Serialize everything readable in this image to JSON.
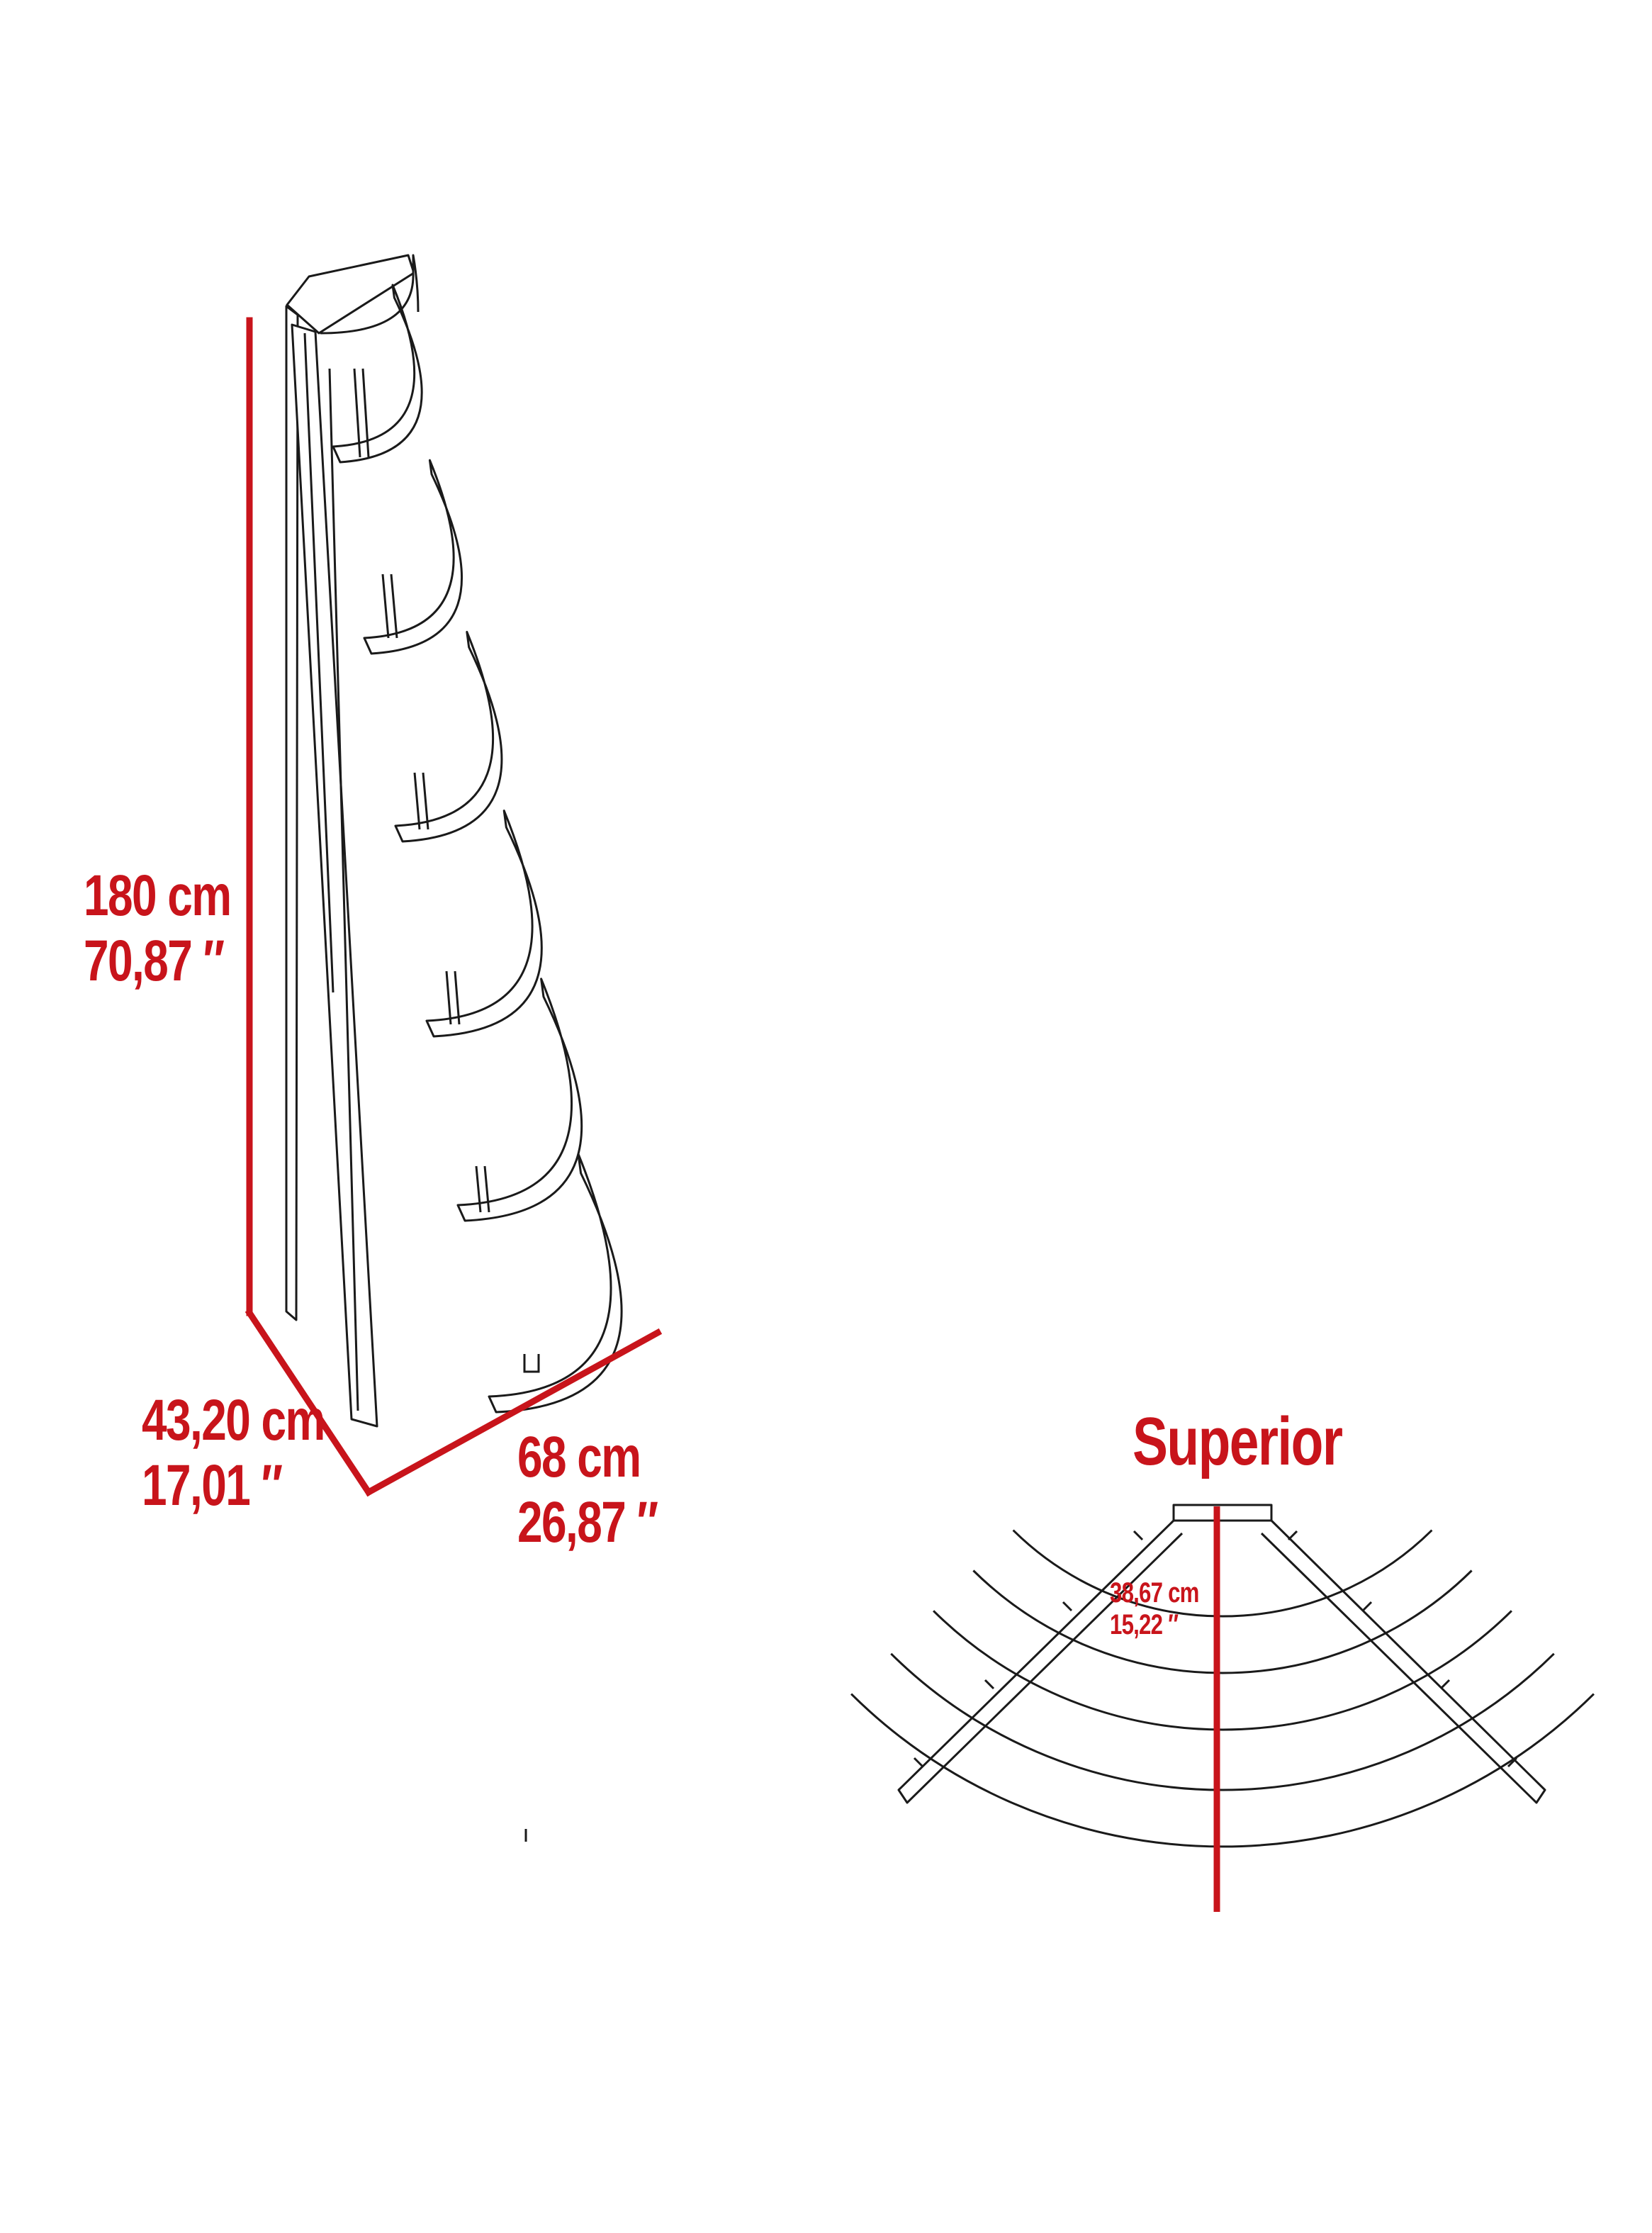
{
  "dimensions": {
    "height": {
      "metric": "180 cm",
      "imperial": "70,87 ″"
    },
    "depth": {
      "metric": "43,20 cm",
      "imperial": "17,01 ″"
    },
    "width": {
      "metric": "68 cm",
      "imperial": "26,87 ″"
    }
  },
  "top_view": {
    "title": "Superior",
    "depth": {
      "metric": "38,67 cm",
      "imperial": "15,22 ″"
    }
  },
  "colors": {
    "dimension_line": "#c8141b",
    "outline": "#1a1a1a"
  },
  "shelves": {
    "count": 6
  }
}
